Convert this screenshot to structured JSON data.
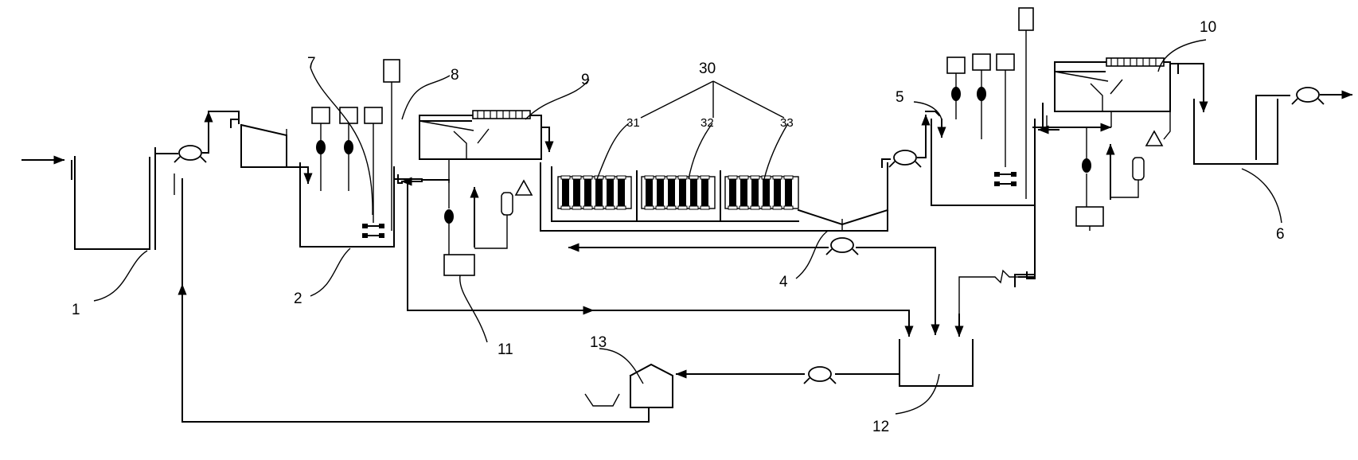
{
  "labels": {
    "l1": "1",
    "l2": "2",
    "l4": "4",
    "l5": "5",
    "l6": "6",
    "l7": "7",
    "l8": "8",
    "l9": "9",
    "l10": "10",
    "l11": "11",
    "l12": "12",
    "l13": "13",
    "l30": "30",
    "l31": "31",
    "l32": "32",
    "l33": "33"
  }
}
